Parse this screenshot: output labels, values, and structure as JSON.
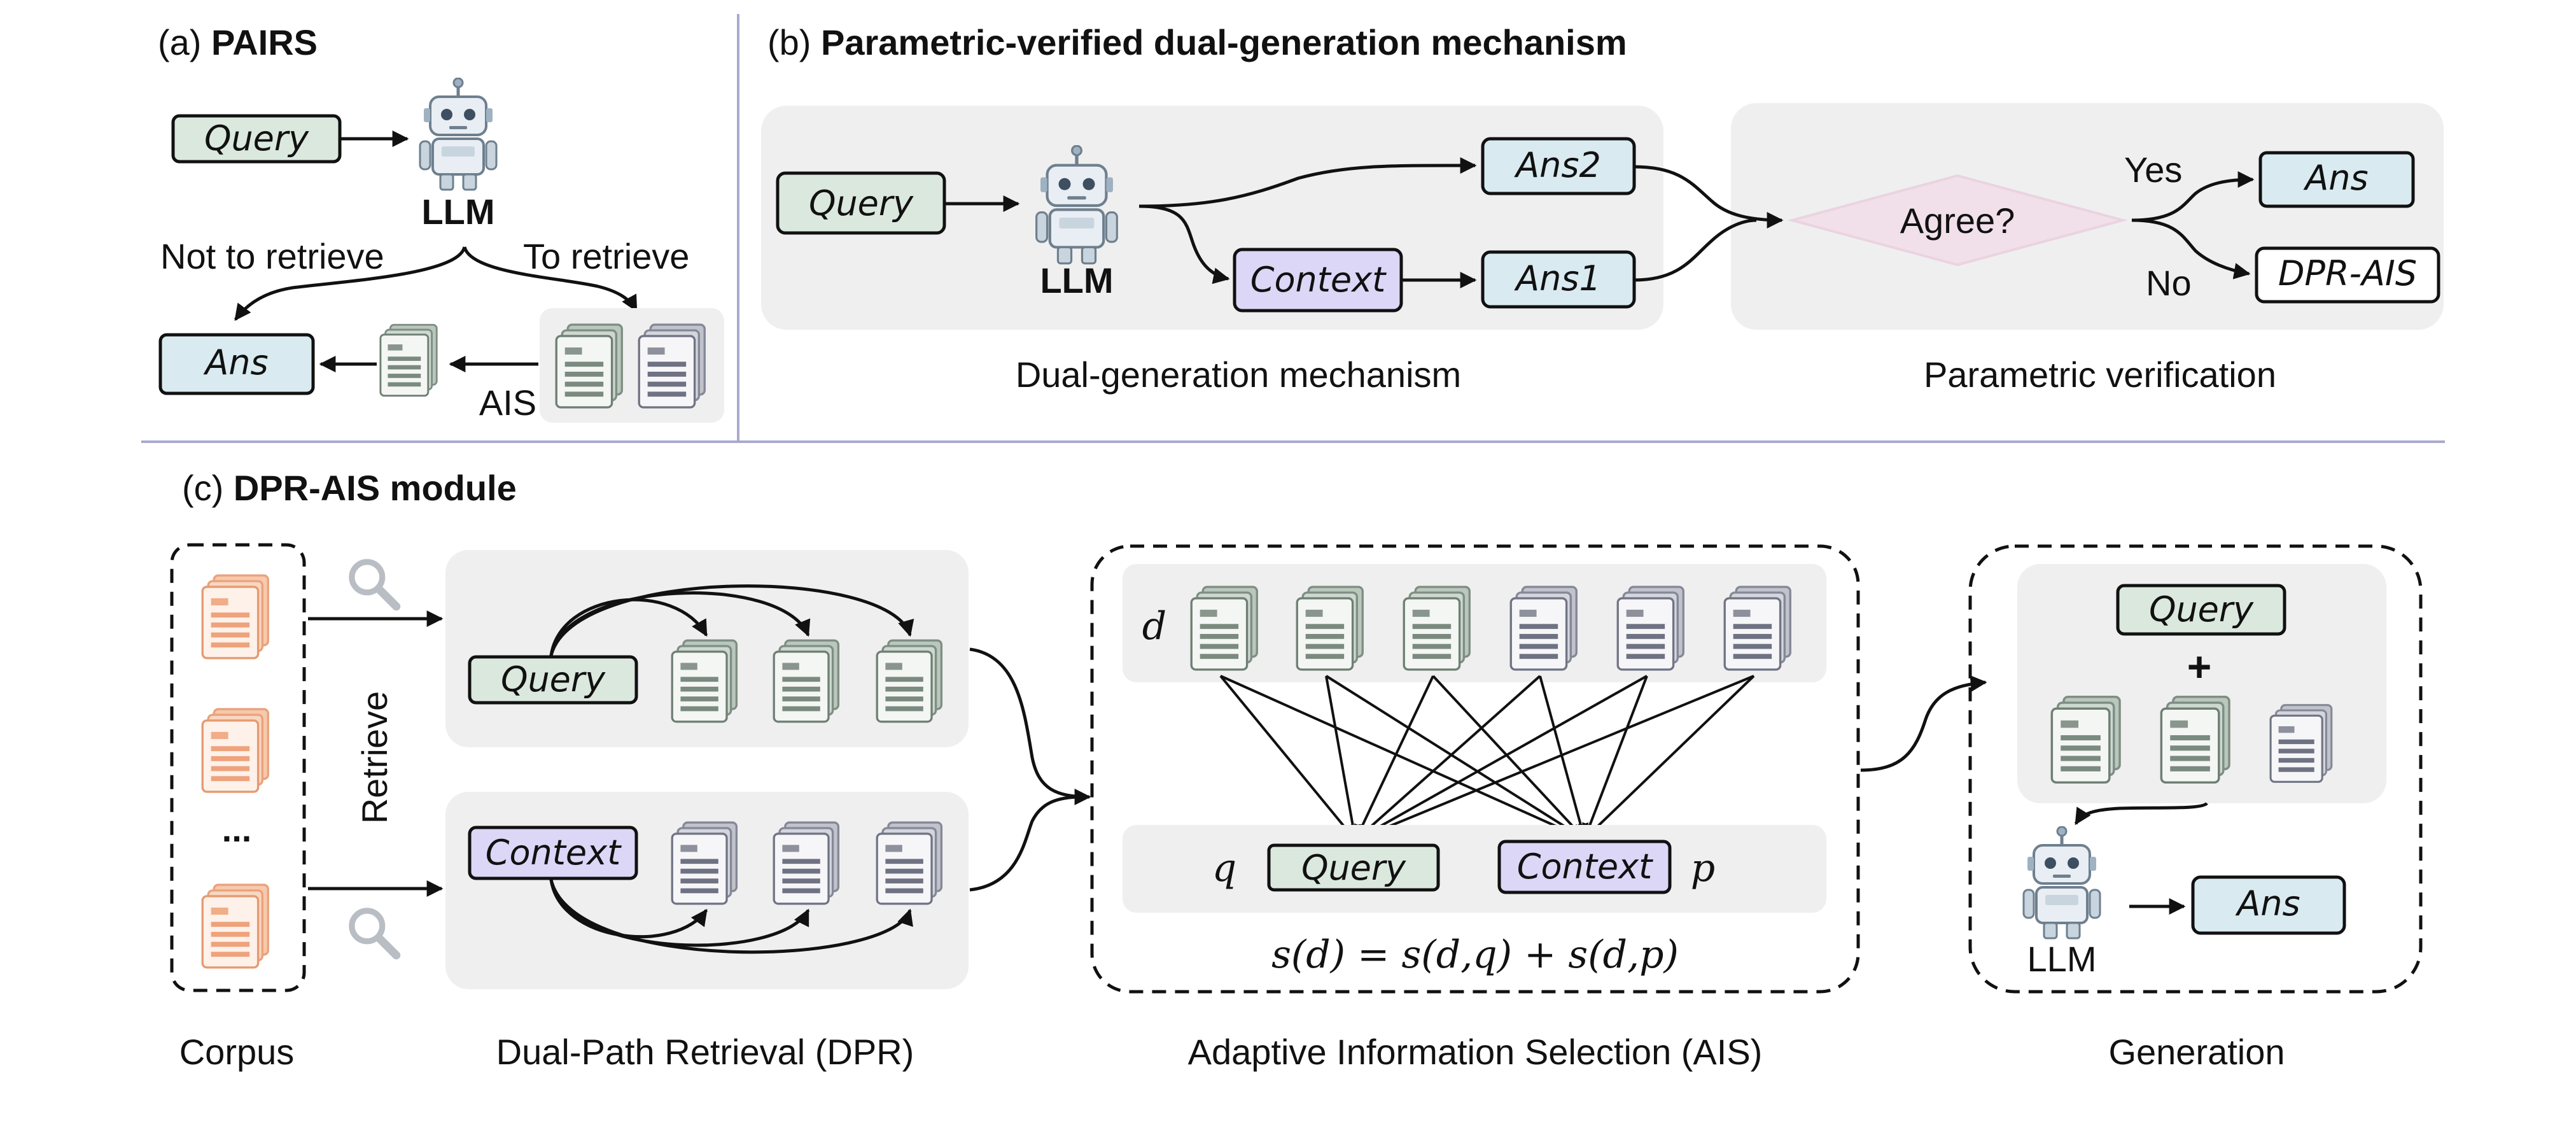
{
  "panel_a": {
    "label": "(a) ",
    "title": "PAIRS",
    "query": "Query",
    "llm": "LLM",
    "not_retrieve": "Not to retrieve",
    "to_retrieve": "To retrieve",
    "ans": "Ans",
    "ais": "AIS"
  },
  "panel_b": {
    "label": "(b) ",
    "title": "Parametric-verified dual-generation mechanism",
    "query": "Query",
    "llm": "LLM",
    "context": "Context",
    "ans2": "Ans2",
    "ans1": "Ans1",
    "agree": "Agree?",
    "yes": "Yes",
    "no": "No",
    "ans": "Ans",
    "dpr_ais": "DPR-AIS",
    "caption_left": "Dual-generation mechanism",
    "caption_right": "Parametric verification"
  },
  "panel_c": {
    "label": "(c) ",
    "title": "DPR-AIS module",
    "retrieve": "Retrieve",
    "ellipsis": "...",
    "query": "Query",
    "context": "Context",
    "d": "d",
    "q": "q",
    "p": "p",
    "formula": "s(d) = s(d,q) + s(d,p)",
    "plus": "+",
    "ans": "Ans",
    "llm": "LLM",
    "caption_corpus": "Corpus",
    "caption_dpr": "Dual-Path Retrieval (DPR)",
    "caption_ais": "Adaptive Information Selection (AIS)",
    "caption_gen": "Generation"
  },
  "colors": {
    "query_fill": "#dbe8de",
    "ans_fill": "#d9eaf0",
    "context_fill": "#dcd6f7",
    "agree_fill": "#f1e0ea",
    "panel_gray": "#efefef",
    "corpus_orange": "#f0a77e",
    "divider": "#a9a9cf"
  }
}
